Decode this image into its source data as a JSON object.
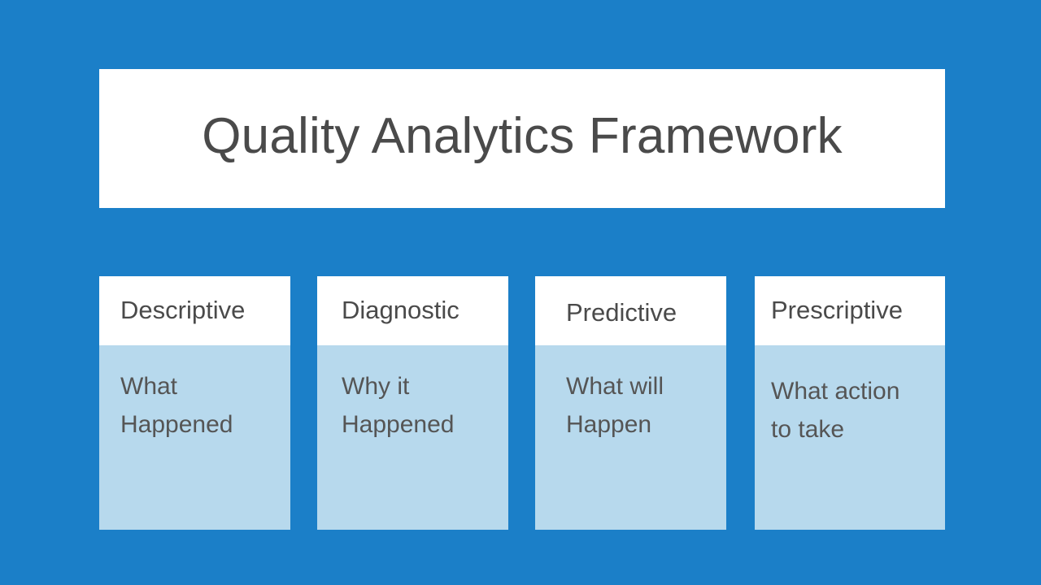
{
  "slide": {
    "title": "Quality Analytics Framework",
    "background_color": "#1b7fc8",
    "title_card_color": "#ffffff",
    "card_header_color": "#ffffff",
    "card_body_color": "#b7d9ed",
    "text_color": "#4a4a4a"
  },
  "cards": [
    {
      "title": "Descriptive",
      "description": "What\nHappened"
    },
    {
      "title": "Diagnostic",
      "description": "Why it\nHappened"
    },
    {
      "title": "Predictive",
      "description": "What will\nHappen"
    },
    {
      "title": "Prescriptive",
      "description": "What action\nto take"
    }
  ]
}
